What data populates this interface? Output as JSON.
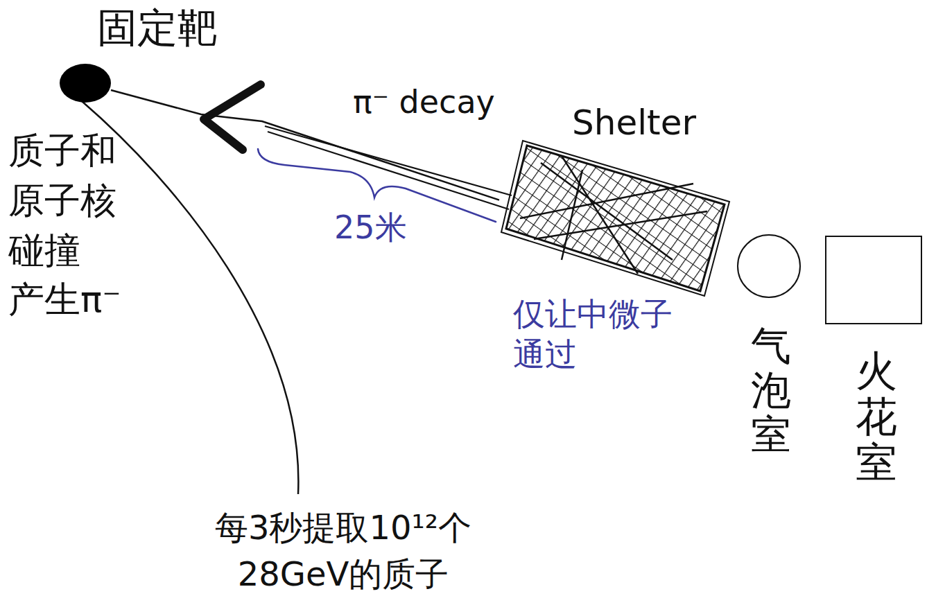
{
  "diagram": {
    "nodes": [
      {
        "text": [
          "固定靶"
        ]
      },
      {
        "text": [
          "Shelter",
          "仅让中微子 通过"
        ]
      },
      {
        "text": [
          "气泡室"
        ]
      },
      {
        "text": [
          "火花室"
        ]
      }
    ],
    "edges": [
      {
        "from": 0,
        "to": 1,
        "arrow": "none",
        "label": "π⁻ decay"
      }
    ],
    "labels": [
      "质子和 原子核 碰撞 产生π⁻",
      "25米",
      "每3秒提取10¹²个 28GeV的质子"
    ]
  }
}
